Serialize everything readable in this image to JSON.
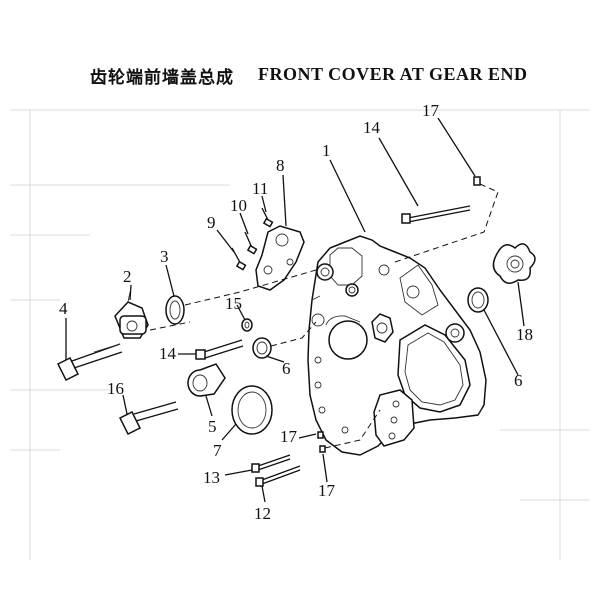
{
  "title": {
    "chinese": "齿轮端前墙盖总成",
    "english": "FRONT COVER AT GEAR END"
  },
  "callouts": [
    {
      "id": "c1",
      "text": "1"
    },
    {
      "id": "c2",
      "text": "2"
    },
    {
      "id": "c3",
      "text": "3"
    },
    {
      "id": "c4",
      "text": "4"
    },
    {
      "id": "c5",
      "text": "5"
    },
    {
      "id": "c6a",
      "text": "6"
    },
    {
      "id": "c6b",
      "text": "6"
    },
    {
      "id": "c7",
      "text": "7"
    },
    {
      "id": "c8",
      "text": "8"
    },
    {
      "id": "c9",
      "text": "9"
    },
    {
      "id": "c10",
      "text": "10"
    },
    {
      "id": "c11",
      "text": "11"
    },
    {
      "id": "c12",
      "text": "12"
    },
    {
      "id": "c13",
      "text": "13"
    },
    {
      "id": "c14a",
      "text": "14"
    },
    {
      "id": "c14b",
      "text": "14"
    },
    {
      "id": "c15",
      "text": "15"
    },
    {
      "id": "c16",
      "text": "16"
    },
    {
      "id": "c17a",
      "text": "17"
    },
    {
      "id": "c17b",
      "text": "17"
    },
    {
      "id": "c17c",
      "text": "17"
    },
    {
      "id": "c18",
      "text": "18"
    }
  ]
}
